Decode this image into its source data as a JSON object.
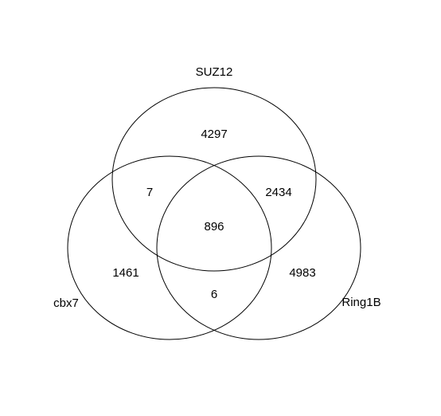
{
  "venn": {
    "sets": {
      "suz12": "SUZ12",
      "cbx7": "cbx7",
      "ring1b": "Ring1B"
    },
    "regions": {
      "suz12_only": "4297",
      "suz12_cbx7": "7",
      "suz12_ring1b": "2434",
      "all_three": "896",
      "cbx7_only": "1461",
      "ring1b_only": "4983",
      "cbx7_ring1b": "6"
    }
  }
}
